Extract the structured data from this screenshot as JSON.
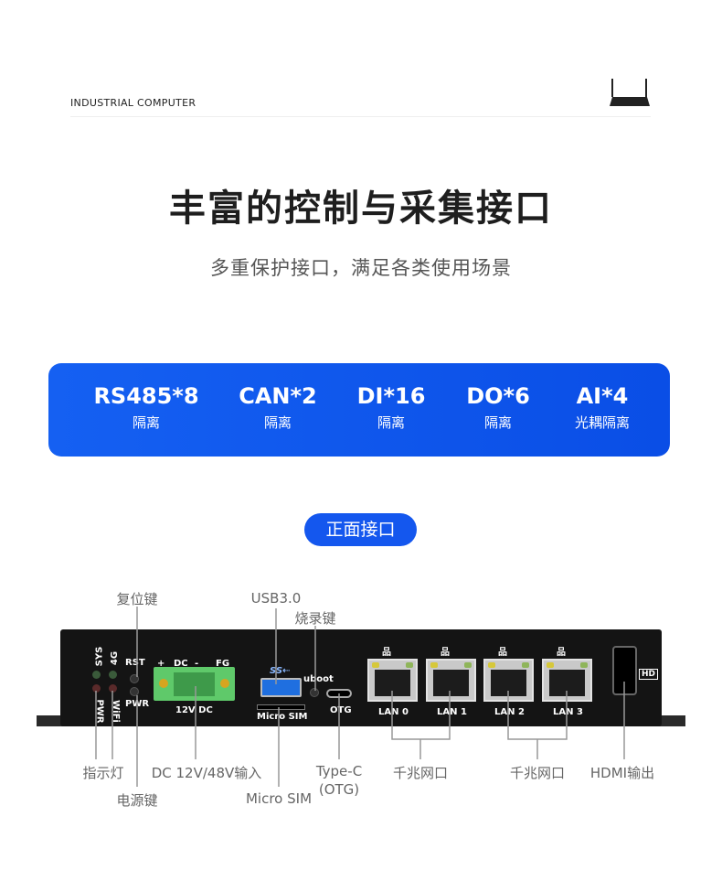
{
  "header": {
    "label": "INDUSTRIAL COMPUTER",
    "icon": "router-icon"
  },
  "title": "丰富的控制与采集接口",
  "subtitle": "多重保护接口，满足各类使用场景",
  "banner": {
    "color": "#1560f2",
    "items": [
      {
        "main": "RS485*8",
        "sub": "隔离"
      },
      {
        "main": "CAN*2",
        "sub": "隔离"
      },
      {
        "main": "DI*16",
        "sub": "隔离"
      },
      {
        "main": "DO*6",
        "sub": "隔离"
      },
      {
        "main": "AI*4",
        "sub": "光耦隔离"
      }
    ]
  },
  "section_pill": "正面接口",
  "device": {
    "led_labels": [
      "SYS",
      "4G",
      "PWR",
      "WiFi"
    ],
    "rst": "RST",
    "pwr": "PWR",
    "terminal": {
      "plus": "+",
      "dc": "DC",
      "minus": "-",
      "fg": "FG",
      "caption": "12V DC"
    },
    "micro_sim": "Micro SIM",
    "uboot": "uboot",
    "otg": "OTG",
    "lans": [
      "LAN 0",
      "LAN 1",
      "LAN 2",
      "LAN 3"
    ],
    "hd": "HD"
  },
  "callouts": {
    "reset": "复位键",
    "usb": "USB3.0",
    "burn": "烧录键",
    "indicator": "指示灯",
    "dc_input": "DC 12V/48V输入",
    "power": "电源键",
    "typec": "Type-C",
    "typec_sub": "(OTG)",
    "micro_sim": "Micro SIM",
    "gbe1": "千兆网口",
    "gbe2": "千兆网口",
    "hdmi": "HDMI输出"
  }
}
